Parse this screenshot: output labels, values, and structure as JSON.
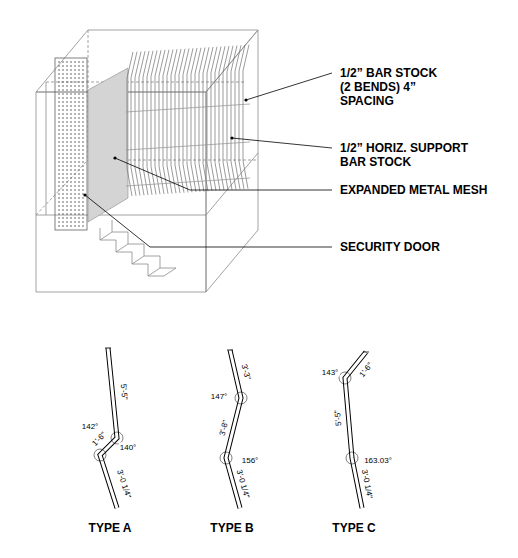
{
  "diagram": {
    "labels": [
      "1/2” BAR STOCK (2 BENDS) 4” SPACING",
      "1/2” HORIZ. SUPPORT BAR STOCK",
      "EXPANDED METAL MESH",
      "SECURITY DOOR",
      "5'-5\"",
      "142°",
      "140°",
      "1'-6\"",
      "3'-0 1/4\"",
      "TYPE A",
      "3'-3\"",
      "147°",
      "3'-8\"",
      "156°",
      "3'-0 1/4\"",
      "TYPE B",
      "143°",
      "1'-6\"",
      "5'-5\"",
      "163.03°",
      "3'-0 1/4\"",
      "TYPE C"
    ]
  }
}
